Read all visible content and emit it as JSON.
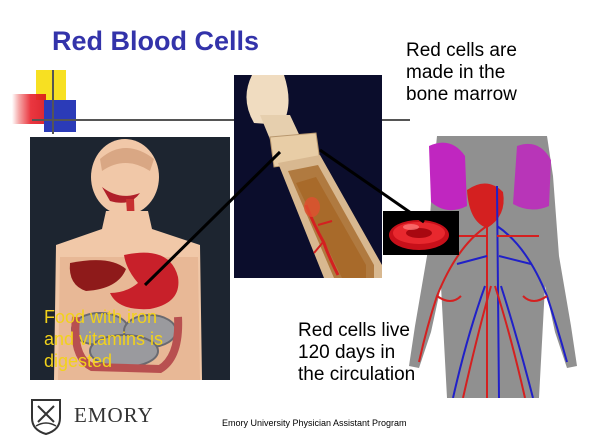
{
  "slide": {
    "title": "Red Blood Cells",
    "made_text": [
      "Red cells are",
      "made in the",
      "bone marrow"
    ],
    "live_text": [
      "Red cells live",
      "120 days in",
      "the circulation"
    ],
    "food_text": [
      "Food with iron",
      "and vitamins is",
      "digested"
    ]
  },
  "footer": {
    "logo": "EMORY",
    "program": "Emory University Physician Assistant Program"
  },
  "colors": {
    "title": "#3333aa",
    "accent_yellow": "#f7e022",
    "accent_red": "#e8202a",
    "accent_blue": "#2b3bb8",
    "food_text": "#f2d21a"
  }
}
